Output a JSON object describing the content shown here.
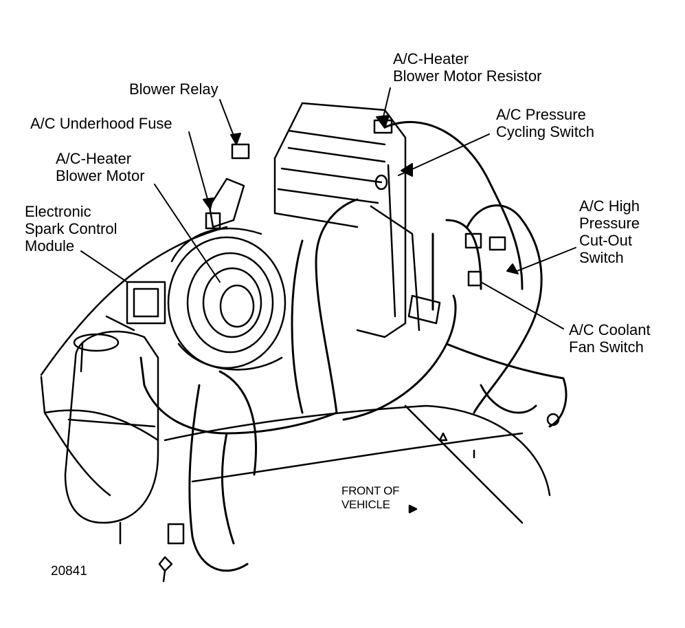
{
  "figure_number": "20841",
  "labels": {
    "resistor": [
      "A/C-Heater",
      "Blower Motor Resistor"
    ],
    "blower_relay": [
      "Blower Relay"
    ],
    "underhood_fuse": [
      "A/C Underhood Fuse"
    ],
    "pressure_cycling_switch": [
      "A/C Pressure",
      "Cycling Switch"
    ],
    "blower_motor": [
      "A/C-Heater",
      "Blower Motor"
    ],
    "spark_control_module": [
      "Electronic",
      "Spark Control",
      "Module"
    ],
    "high_pressure_cutout_switch": [
      "A/C High",
      "Pressure",
      "Cut-Out",
      "Switch"
    ],
    "coolant_fan_switch": [
      "A/C Coolant",
      "Fan Switch"
    ],
    "front_of_vehicle": [
      "FRONT OF",
      "VEHICLE"
    ]
  },
  "colors": {
    "ink": "#000000",
    "paper": "#ffffff"
  }
}
